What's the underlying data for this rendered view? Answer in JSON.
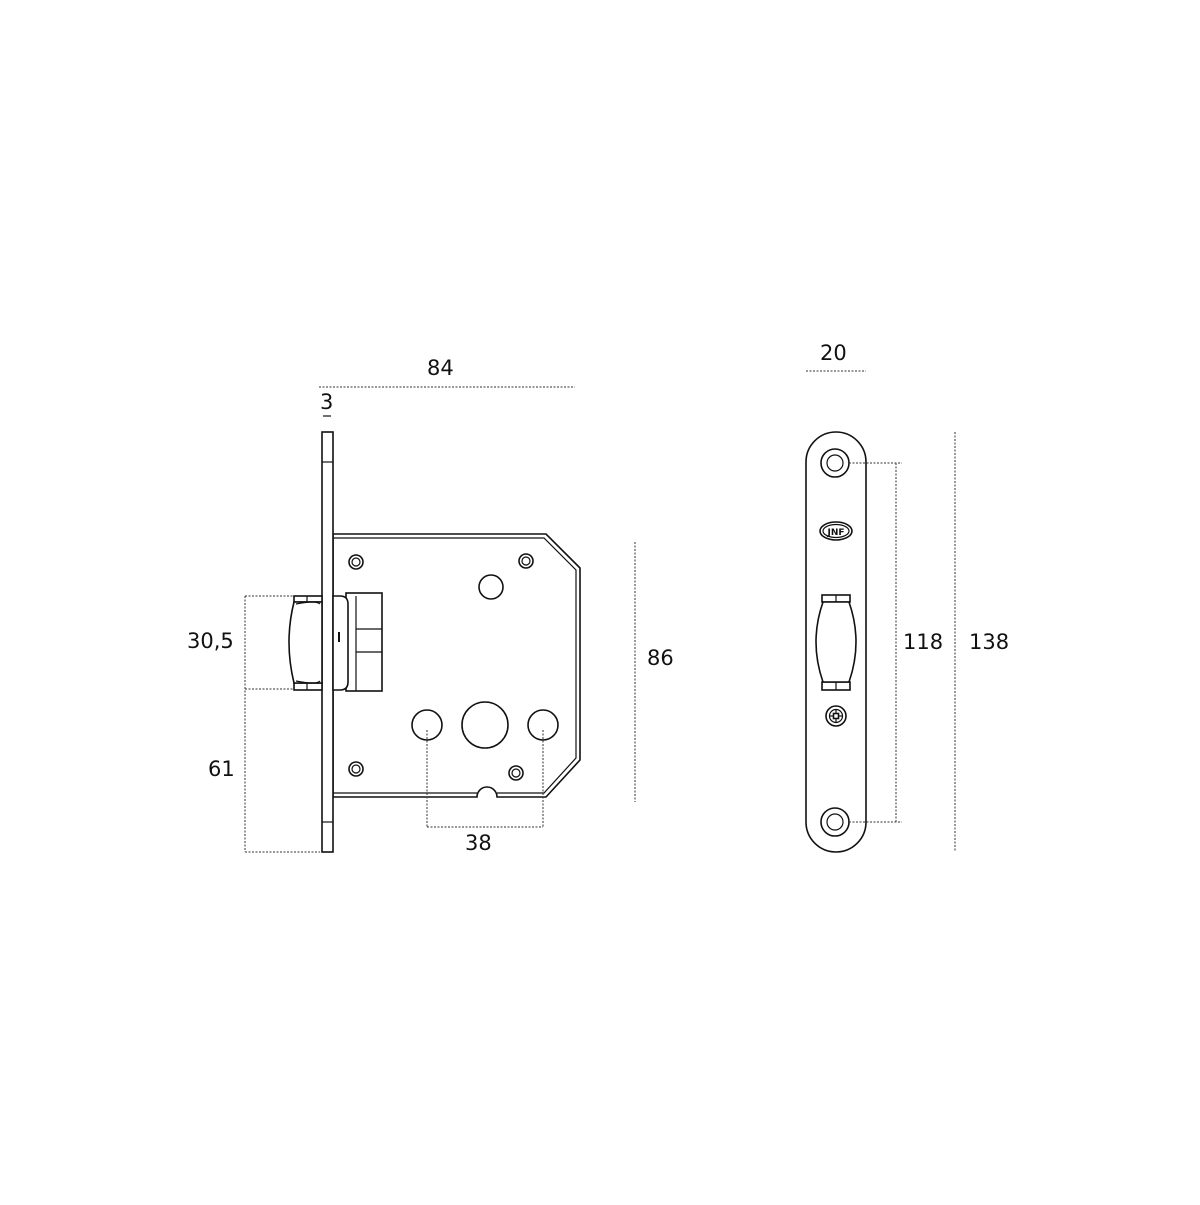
{
  "drawing": {
    "title": "Mortise latch lock and strike plate dimensional drawing",
    "units": "mm",
    "colors": {
      "line": "#111111",
      "background": "#ffffff",
      "dimension_line": "#333333"
    }
  },
  "lock_body": {
    "dimensions": {
      "overall_depth": "84",
      "faceplate_thickness": "3",
      "latch_height": "30,5",
      "backset_to_latch": "61",
      "body_height": "86",
      "hole_spacing": "38"
    }
  },
  "strike_plate": {
    "logo_text": "JNF",
    "dimensions": {
      "width": "20",
      "screw_spacing": "118",
      "overall_height": "138"
    }
  }
}
